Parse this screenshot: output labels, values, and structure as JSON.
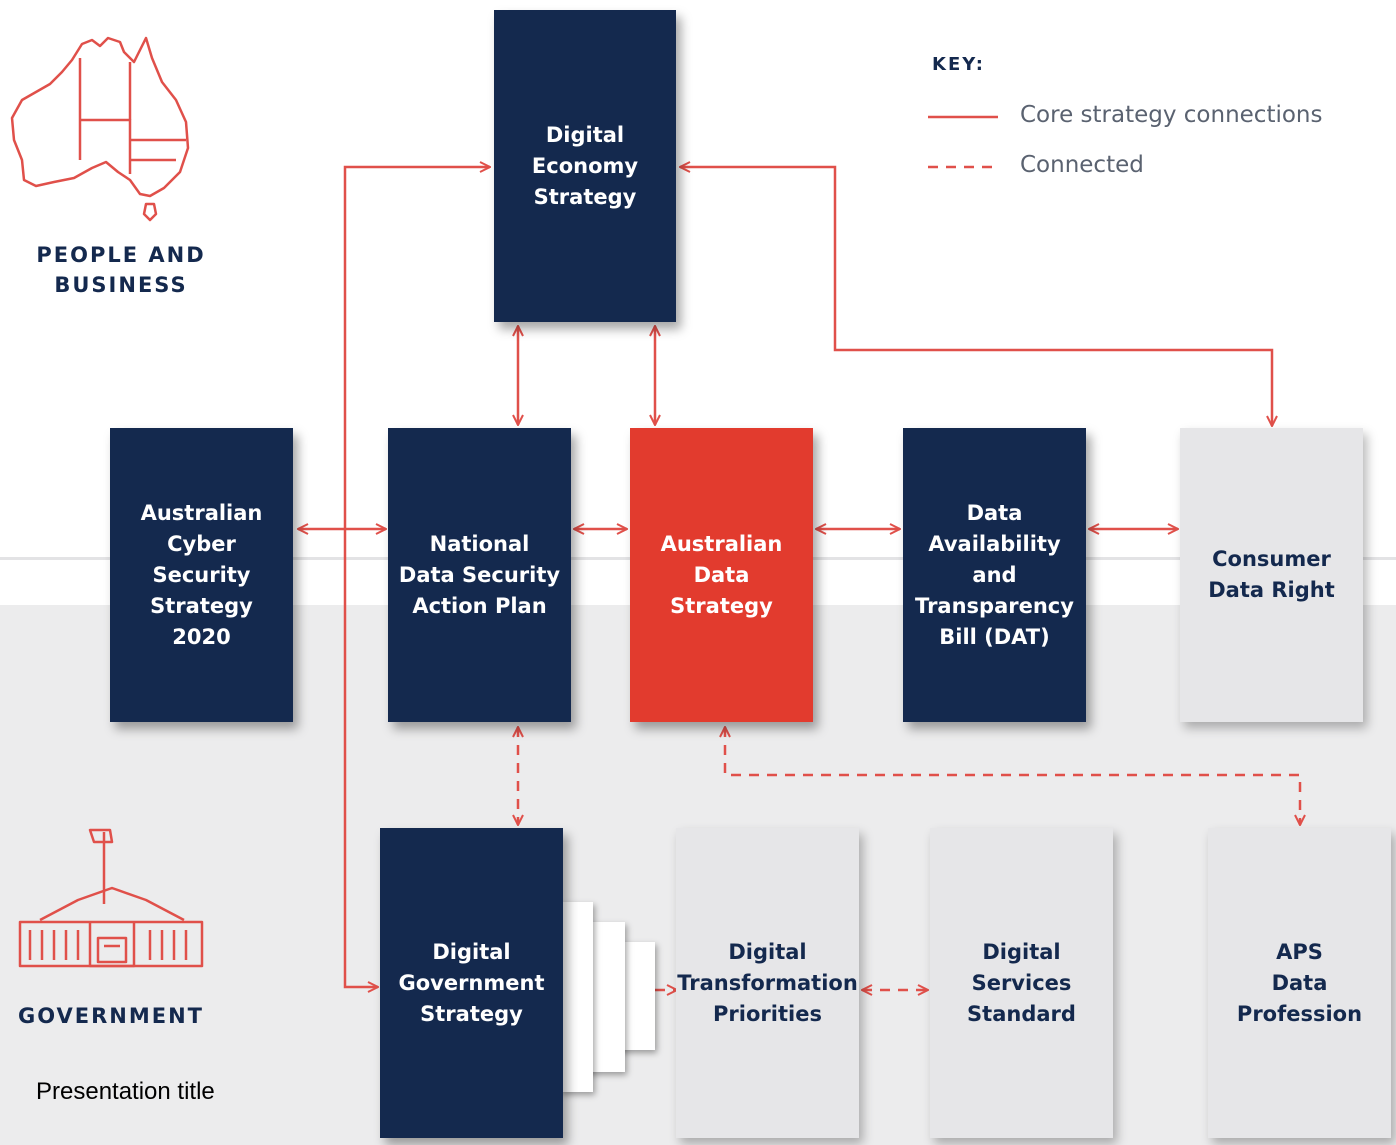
{
  "key": {
    "title": "KEY:",
    "core_label": "Core strategy connections",
    "connected_label": "Connected"
  },
  "groups": {
    "people": "PEOPLE AND\nBUSINESS",
    "government": "GOVERNMENT"
  },
  "nodes": {
    "digital_economy": "Digital\nEconomy\nStrategy",
    "cyber_security": "Australian\nCyber\nSecurity\nStrategy\n2020",
    "national_data_security": "National\nData Security\nAction Plan",
    "australian_data": "Australian\nData\nStrategy",
    "dat_bill": "Data\nAvailability\nand\nTransparency\nBill (DAT)",
    "consumer_data_right": "Consumer\nData Right",
    "digital_government": "Digital\nGovernment\nStrategy",
    "digital_transformation": "Digital\nTransformation\nPriorities",
    "digital_services": "Digital\nServices\nStandard",
    "aps_data": "APS\nData\nProfession"
  },
  "footer": {
    "presentation_title": "Presentation title"
  },
  "colors": {
    "navy": "#14294e",
    "red": "#e23b2e",
    "grey": "#e6e6e8",
    "connector": "#e0504a"
  },
  "icons": [
    "australia-map-icon",
    "parliament-house-icon"
  ]
}
